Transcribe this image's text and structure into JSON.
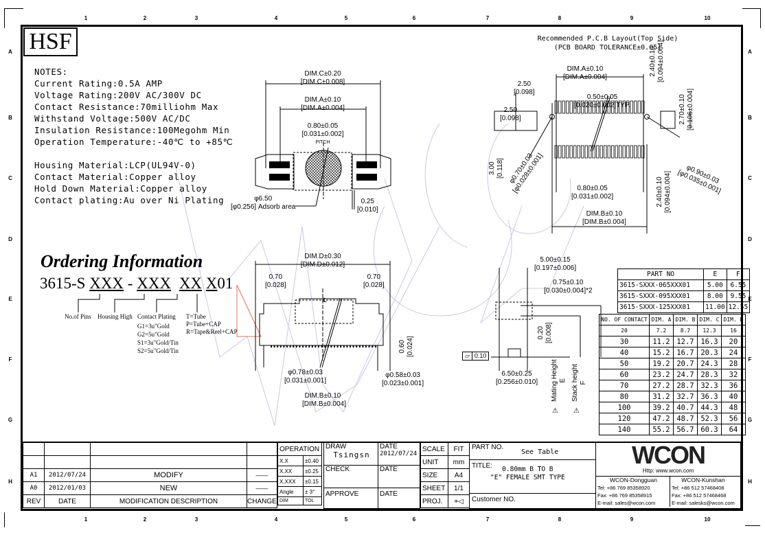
{
  "logo": "HSF",
  "zones": {
    "columns": [
      "1",
      "2",
      "3",
      "4",
      "5",
      "6",
      "7",
      "8",
      "9",
      "10"
    ],
    "rows": [
      "A",
      "B",
      "C",
      "D",
      "E",
      "F",
      "G",
      "H"
    ]
  },
  "notes": {
    "heading": "NOTES:",
    "specs": [
      "Current Rating:0.5A AMP",
      "Voltage Rating:200V AC/300V DC",
      "Contact Resistance:70milliohm Max",
      "Withstand Voltage:500V AC/DC",
      "Insulation Resistance:100Megohm Min",
      "Operation Temperature:-40℃ to +85℃"
    ],
    "materials": [
      "Housing Material:LCP(UL94V-0)",
      "Contact Material:Copper alloy",
      "Hold Down Material:Copper alloy",
      "Contact plating:Au over Ni Plating"
    ]
  },
  "ordering": {
    "title": "Ordering Information",
    "prefix": "3615-S",
    "seg1": "XXX",
    "dash": "-",
    "seg2": "XXX",
    "seg3": "XX",
    "seg4": "X",
    "suffix": "01",
    "label_pins": "No.of Pins",
    "label_housing": "Housing High",
    "label_plating": "Contact Plating",
    "plating_options": [
      "G1=3u\"Gold",
      "G2=5u\"Gold",
      "S1=3u\"Gold/Tin",
      "S2=5u\"Gold/Tin"
    ],
    "packing_options": [
      "T=Tube",
      "P=Tube+CAP",
      "R=Tape&Reel+CAP"
    ]
  },
  "top_view": {
    "dim_c": "DIM.C±0.20",
    "dim_c_in": "[DIM.C±0.008]",
    "dim_a": "DIM.A±0.10",
    "dim_a_in": "[DIM.A±0.004]",
    "pitch": "0.80±0.05",
    "pitch_in": "[0.031±0.002]",
    "pitch_label": "PITCH",
    "adsorb": "φ6.50",
    "adsorb_in": "[φ0.256] Adsorb area",
    "gap": "0.25",
    "gap_in": "[0.010]"
  },
  "pcb": {
    "title": "Recommended P.C.B Layout(Top Side)",
    "subtitle": "(PCB BOARD TOLERANCE±0.05)",
    "dim_a": "DIM.A±0.10",
    "dim_a_in": "[DIM.A±0.004]",
    "d250a": "2.50",
    "d250a_in": "[0.098]",
    "d250b": "2.50",
    "d250b_in": "[0.098]",
    "pad_w": "0.50±0.05",
    "pad_w_in": "[0.020±0.002]TYP.",
    "d240a": "2.40±0.10",
    "d240a_in": "[0.094±0.004]",
    "d270": "2.70±0.10",
    "d270_in": "[0.106±0.004]",
    "d300": "3.00",
    "d300_in": "[0.118]",
    "hole070": "φ0.70±0.03",
    "hole070_in": "[φ0.028±0.001]",
    "hole090": "φ0.90±0.03",
    "hole090_in": "[φ0.035±0.001]",
    "pitch": "0.80±0.05",
    "pitch_in": "[0.031±0.002]",
    "d240b": "2.40±0.10",
    "d240b_in": "[0.094±0.004]",
    "dim_b": "DIM.B±0.10",
    "dim_b_in": "[DIM.B±0.004]"
  },
  "front_view": {
    "dim_d": "DIM.D±0.30",
    "dim_d_in": "[DIM.D±0.012]",
    "d070l": "0.70",
    "d070l_in": "[0.028]",
    "d070r": "0.70",
    "d070r_in": "[0.028]",
    "d060": "0.60",
    "d060_in": "[0.024]",
    "post078": "φ0.78±0.03",
    "post078_in": "[0.031±0.001]",
    "post058": "φ0.58±0.03",
    "post058_in": "[0.023±0.001]",
    "dim_b": "DIM.B±0.10",
    "dim_b_in": "[DIM.B±0.004]",
    "centerline": "℄"
  },
  "side_view": {
    "d500": "5.00±0.15",
    "d500_in": "[0.197±0.006]",
    "d075": "0.75±0.10",
    "d075_in": "[0.030±0.004]*2",
    "flatness": "0.10",
    "d020": "0.20",
    "d020_in": "[0.008]",
    "d650": "6.50±0.25",
    "d650_in": "[0.256±0.010]",
    "mating": "Mating Height",
    "mating_sym": "E",
    "stack": "Stack height",
    "stack_sym": "F"
  },
  "part_table": {
    "headers": [
      "PART NO",
      "E",
      "F"
    ],
    "rows": [
      [
        "3615-SXXX-065XXX01",
        "5.00",
        "6.55"
      ],
      [
        "3615-SXXX-095XXX01",
        "8.00",
        "9.55"
      ],
      [
        "3615-SXXX-125XXX01",
        "11.00",
        "12.55"
      ]
    ]
  },
  "dim_table": {
    "headers": [
      "NO. OF CONTACT",
      "DIM. A",
      "DIM. B",
      "DIM. C",
      "DIM. D"
    ],
    "rows": [
      [
        "20",
        "7.2",
        "8.7",
        "12.3",
        "16"
      ],
      [
        "30",
        "11.2",
        "12.7",
        "16.3",
        "20"
      ],
      [
        "40",
        "15.2",
        "16.7",
        "20.3",
        "24"
      ],
      [
        "50",
        "19.2",
        "20.7",
        "24.3",
        "28"
      ],
      [
        "60",
        "23.2",
        "24.7",
        "28.3",
        "32"
      ],
      [
        "70",
        "27.2",
        "28.7",
        "32.3",
        "36"
      ],
      [
        "80",
        "31.2",
        "32.7",
        "36.3",
        "40"
      ],
      [
        "100",
        "39.2",
        "40.7",
        "44.3",
        "48"
      ],
      [
        "120",
        "47.2",
        "48.7",
        "52.3",
        "56"
      ],
      [
        "140",
        "55.2",
        "56.7",
        "60.3",
        "64"
      ]
    ]
  },
  "revisions": {
    "headers": [
      "REV",
      "DATE",
      "MODIFICATION DESCRIPTION",
      "CHANGE"
    ],
    "rows": [
      [
        "",
        "",
        "",
        ""
      ],
      [
        "",
        "",
        "",
        ""
      ],
      [
        "A1",
        "2012/07/24",
        "MODIFY",
        "——"
      ],
      [
        "A0",
        "2012/01/03",
        "NEW",
        "——"
      ]
    ]
  },
  "tolerance": {
    "title": "OPERATION",
    "rows": [
      [
        "X.X",
        "±0.40"
      ],
      [
        "X.XX",
        "±0.25"
      ],
      [
        "X.XXX",
        "±0.15"
      ],
      [
        "Angle",
        "± 3°"
      ]
    ],
    "footer": [
      "DIM",
      "TOL"
    ]
  },
  "signoff": {
    "draw": "DRAW",
    "draw_name": "Tsingsn",
    "draw_date_label": "DATE",
    "draw_date": "2012/07/24",
    "check": "CHECK",
    "check_date_label": "DATE",
    "approve": "APPROVE",
    "approve_date_label": "DATE"
  },
  "sheetinfo": [
    [
      "SCALE",
      "FIT"
    ],
    [
      "UNIT",
      "mm"
    ],
    [
      "SIZE",
      "A4"
    ],
    [
      "SHEET",
      "1/1"
    ],
    [
      "PROJ.",
      "⌖◁"
    ]
  ],
  "title_block": {
    "part_no_label": "PART NO.",
    "part_no": "See Table",
    "title_label": "TITLE:",
    "title_line1": "0.80mm B TO B",
    "title_line2": "\"E\" FEMALE SMT TYPE",
    "customer_label": "Customer NO."
  },
  "company": {
    "logo": "WCON",
    "url": "Http: www.wcon.com",
    "dongguan": [
      "WCON-Dongguan",
      "Tel: +86 769 85358920",
      "Fax: +86 769 85358915",
      "E-mail: sales@wcon.com"
    ],
    "kunshan": [
      "WCON-Kunshan",
      "Tel: +86 512 57468408",
      "Fax: +86 512 57468468",
      "E-mail: salesks@wcon.com"
    ]
  },
  "watermark": "WCON",
  "colors": {
    "ink": "#000000",
    "watermark": "#c8c8e6",
    "annotation": "#e8704f"
  }
}
